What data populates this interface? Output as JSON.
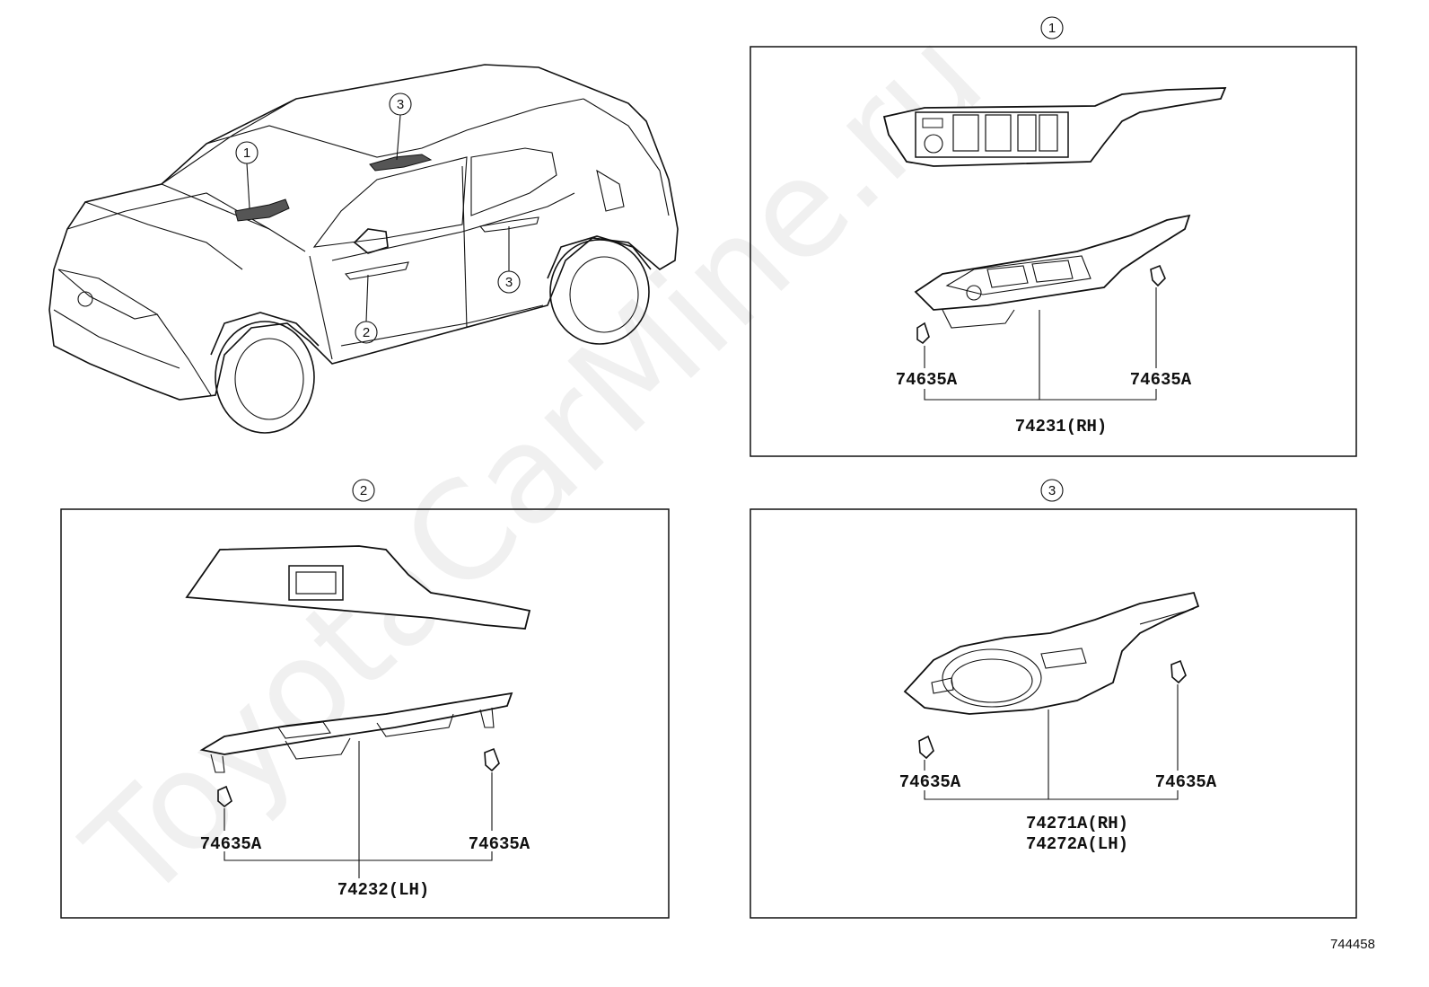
{
  "watermark": "ToyotaCarMine.ru",
  "diagram_id": "744458",
  "callouts": [
    "1",
    "2",
    "3"
  ],
  "panel1": {
    "number": "1",
    "clip_left": "74635A",
    "clip_right": "74635A",
    "part": "74231(RH)"
  },
  "panel2": {
    "number": "2",
    "clip_left": "74635A",
    "clip_right": "74635A",
    "part": "74232(LH)"
  },
  "panel3": {
    "number": "3",
    "clip_left": "74635A",
    "clip_right": "74635A",
    "part_rh": "74271A(RH)",
    "part_lh": "74272A(LH)"
  }
}
